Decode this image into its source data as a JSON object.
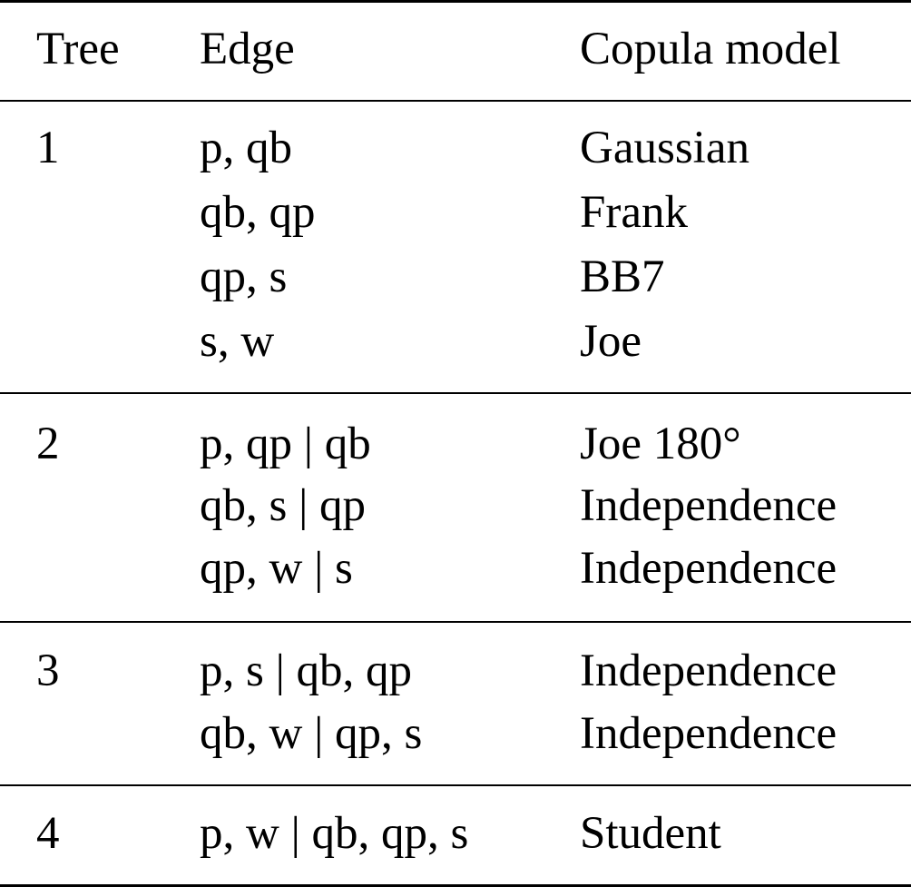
{
  "header": {
    "tree": "Tree",
    "edge": "Edge",
    "model": "Copula model"
  },
  "groups": [
    {
      "tree": "1",
      "rows": [
        {
          "edge": "p, qb",
          "model": "Gaussian"
        },
        {
          "edge": "qb, qp",
          "model": "Frank"
        },
        {
          "edge": "qp, s",
          "model": "BB7"
        },
        {
          "edge": "s, w",
          "model": "Joe"
        }
      ]
    },
    {
      "tree": "2",
      "rows": [
        {
          "edge": "p, qp | qb",
          "model": "Joe 180°"
        },
        {
          "edge": "qb, s | qp",
          "model": "Independence"
        },
        {
          "edge": "qp, w | s",
          "model": "Independence"
        }
      ]
    },
    {
      "tree": "3",
      "rows": [
        {
          "edge": "p, s | qb, qp",
          "model": "Independence"
        },
        {
          "edge": "qb, w | qp, s",
          "model": "Independence"
        }
      ]
    },
    {
      "tree": "4",
      "rows": [
        {
          "edge": "p, w | qb, qp, s",
          "model": "Student"
        }
      ]
    }
  ]
}
